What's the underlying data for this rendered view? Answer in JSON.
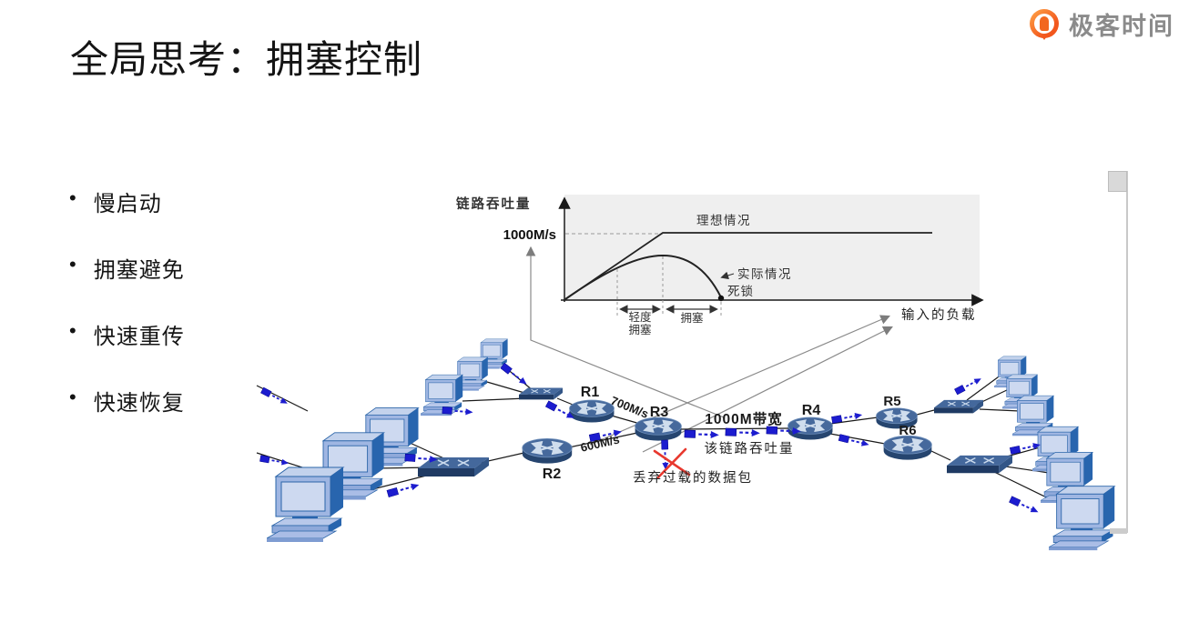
{
  "slide": {
    "title": "全局思考：拥塞控制",
    "bullets": [
      "慢启动",
      "拥塞避免",
      "快速重传",
      "快速恢复"
    ]
  },
  "brand": {
    "name": "极客时间"
  },
  "chart": {
    "y_axis_label": "链路吞吐量",
    "capacity_label": "1000M/s",
    "ideal_label": "理想情况",
    "actual_label": "实际情况",
    "deadlock_label": "死锁",
    "light_congestion_line1": "轻度",
    "light_congestion_line2": "拥塞",
    "congestion_label": "拥塞",
    "x_axis_label": "输入的负载"
  },
  "network": {
    "routers": {
      "r1": "R1",
      "r2": "R2",
      "r3": "R3",
      "r4": "R4",
      "r5": "R5",
      "r6": "R6"
    },
    "links": {
      "r1_r3": "700M/s",
      "r2_r3": "600M/s",
      "r3_r4": "1000M带宽"
    },
    "annotations": {
      "link_throughput": "该链路吞吐量",
      "drop_packets": "丢弃过载的数据包"
    }
  },
  "colors": {
    "packet_blue": "#1c1ccf",
    "drop_red": "#e8382e",
    "router_blue": "#46699c",
    "brand_orange": "#f2571d"
  },
  "chart_data": {
    "type": "line",
    "xlabel": "输入的负载",
    "ylabel": "链路吞吐量",
    "y_reference_line": "1000M/s",
    "series": [
      {
        "name": "理想情况",
        "shape": "rises linearly from origin, saturates flat at 1000M/s"
      },
      {
        "name": "实际情况",
        "shape": "rises below ideal, peaks during 轻度拥塞, collapses to zero at 死锁 during 拥塞"
      }
    ],
    "x_regions": [
      "轻度拥塞",
      "拥塞"
    ],
    "annotations": [
      "死锁 point where actual throughput reaches zero"
    ],
    "grid": false,
    "legend": "inline labels"
  }
}
